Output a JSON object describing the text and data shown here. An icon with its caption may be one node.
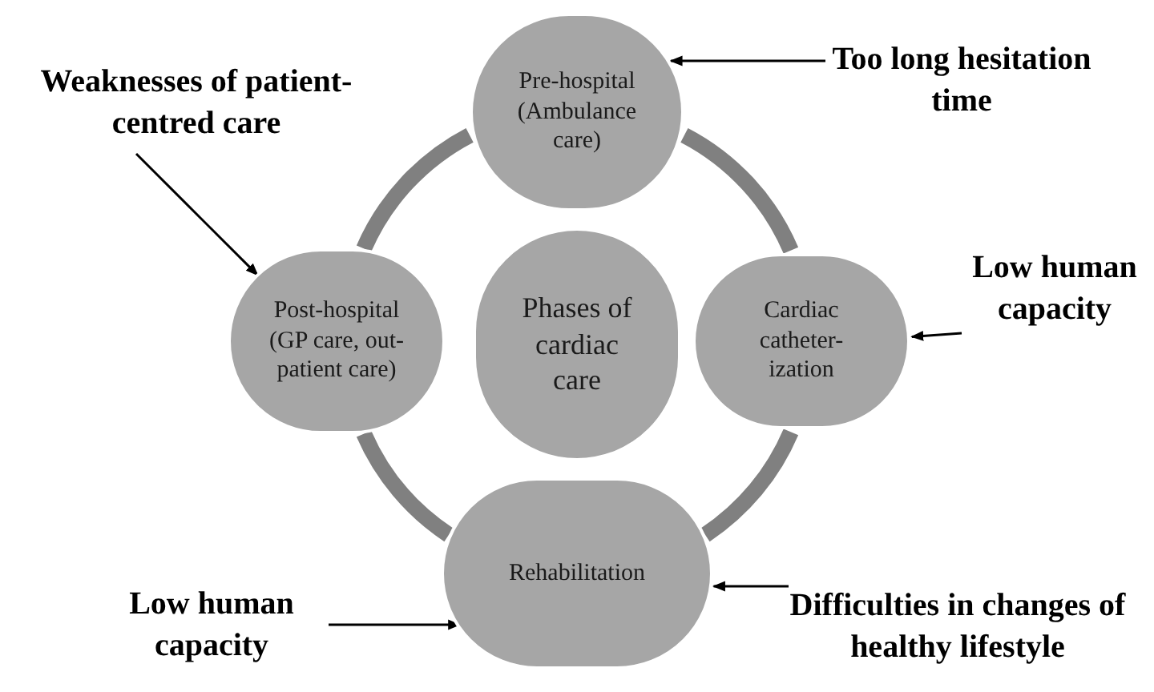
{
  "diagram": {
    "nodes": [
      {
        "text": [
          "Weaknesses of patient-centred care"
        ]
      },
      {
        "text": [
          "Pre-hospital (Ambulance care)"
        ]
      },
      {
        "text": [
          "Too long hesitation time"
        ]
      },
      {
        "text": [
          "Low human capacity"
        ]
      },
      {
        "text": [
          "Post-hospital (GP care, out-patient care)"
        ]
      },
      {
        "text": [
          "Phases of cardiac care"
        ]
      },
      {
        "text": [
          "Cardiac catheter-ization"
        ]
      },
      {
        "text": [
          "Rehabilitation"
        ]
      },
      {
        "text": [
          "Low human capacity"
        ]
      },
      {
        "text": [
          "Difficulties in changes of healthy lifestyle"
        ]
      }
    ],
    "edges": [
      {
        "from": 1,
        "to": 6,
        "arrow": "none",
        "style": "thick",
        "color": "#808080"
      },
      {
        "from": 6,
        "to": 7,
        "arrow": "none",
        "style": "thick",
        "color": "#808080"
      },
      {
        "from": 7,
        "to": 4,
        "arrow": "none",
        "style": "thick",
        "color": "#808080"
      },
      {
        "from": 4,
        "to": 1,
        "arrow": "none",
        "style": "thick",
        "color": "#808080"
      },
      {
        "from": 0,
        "to": 4,
        "arrow": "to"
      },
      {
        "from": 2,
        "to": 1,
        "arrow": "to"
      },
      {
        "from": 3,
        "to": 6,
        "arrow": "to"
      },
      {
        "from": 8,
        "to": 7,
        "arrow": "to"
      },
      {
        "from": 9,
        "to": 7,
        "arrow": "to"
      }
    ]
  }
}
